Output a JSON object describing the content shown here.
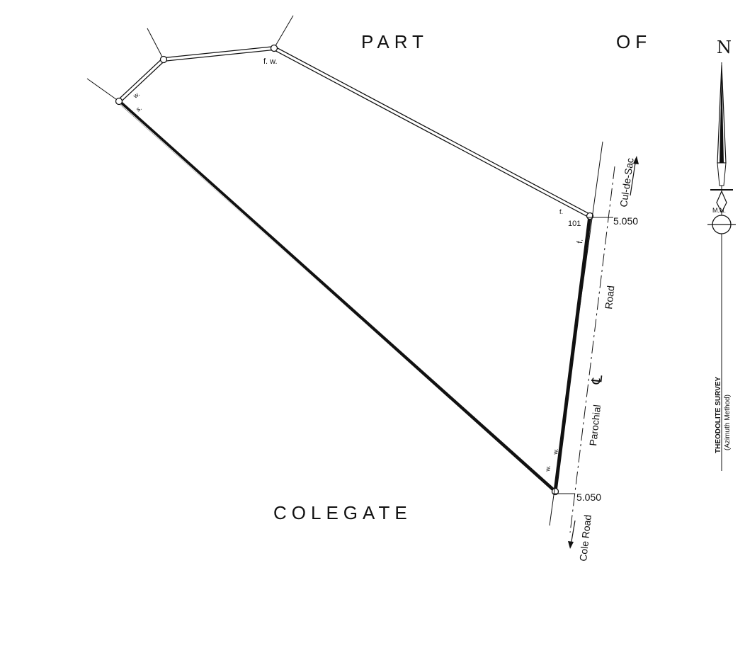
{
  "labels": {
    "part": "PART",
    "of": "OF",
    "colegate": "COLEGATE",
    "north": "N",
    "mn": "M.N."
  },
  "road": {
    "cul_de_sac": "Cul-de-Sac",
    "road_word": "Road",
    "centerline": "℄",
    "parochial": "Parochial",
    "cole_road": "Cole Road"
  },
  "dimensions": {
    "top_offset": "5.050",
    "bottom_offset": "5.050"
  },
  "corner_marks": {
    "fw": "f. w.",
    "w_left": "w.",
    "s_left": "s.",
    "f_right": "f.",
    "f_right2": "f.",
    "station": "101",
    "w_bottom1": "w.",
    "w_bottom2": "w."
  },
  "survey_note": {
    "line1": "THEODOLITE SURVEY",
    "line2": "(Azimuth Method)"
  }
}
